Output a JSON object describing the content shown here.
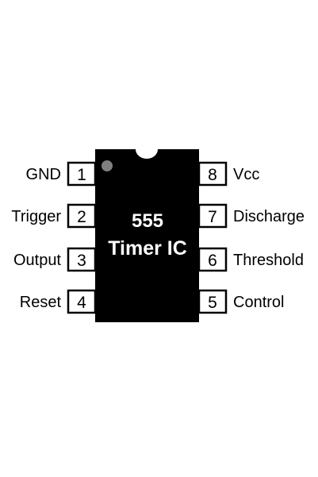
{
  "chip": {
    "title_line1": "555",
    "title_line2": "Timer IC",
    "body_color": "#000000",
    "pin1_marker_color": "#808080"
  },
  "pins_left": [
    {
      "number": "1",
      "label": "GND"
    },
    {
      "number": "2",
      "label": "Trigger"
    },
    {
      "number": "3",
      "label": "Output"
    },
    {
      "number": "4",
      "label": "Reset"
    }
  ],
  "pins_right": [
    {
      "number": "8",
      "label": "Vcc"
    },
    {
      "number": "7",
      "label": "Discharge"
    },
    {
      "number": "6",
      "label": "Threshold"
    },
    {
      "number": "5",
      "label": "Control"
    }
  ]
}
